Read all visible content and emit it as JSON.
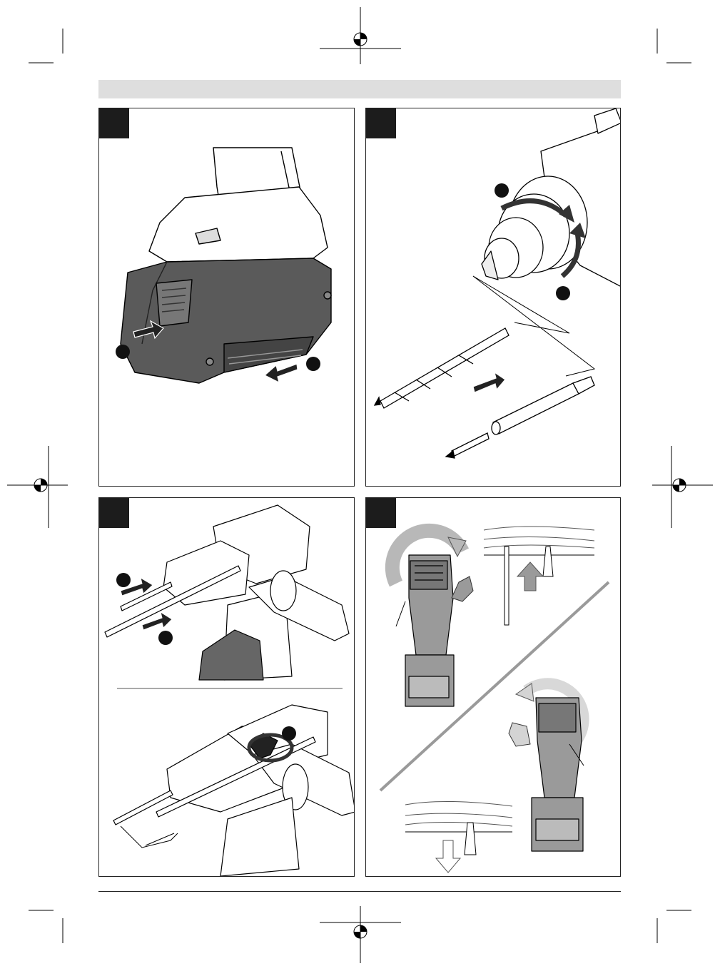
{
  "page": {
    "panels": [
      {
        "id": "panel-1",
        "tab_label": ""
      },
      {
        "id": "panel-2",
        "tab_label": ""
      },
      {
        "id": "panel-3",
        "tab_label": ""
      },
      {
        "id": "panel-4",
        "tab_label": ""
      }
    ]
  },
  "colors": {
    "header_bar": "#dedede",
    "tab": "#1c1c1c",
    "battery_dark": "#5a5a5a",
    "tool_grey": "#9a9a9a",
    "light_grey": "#c8c8c8"
  }
}
